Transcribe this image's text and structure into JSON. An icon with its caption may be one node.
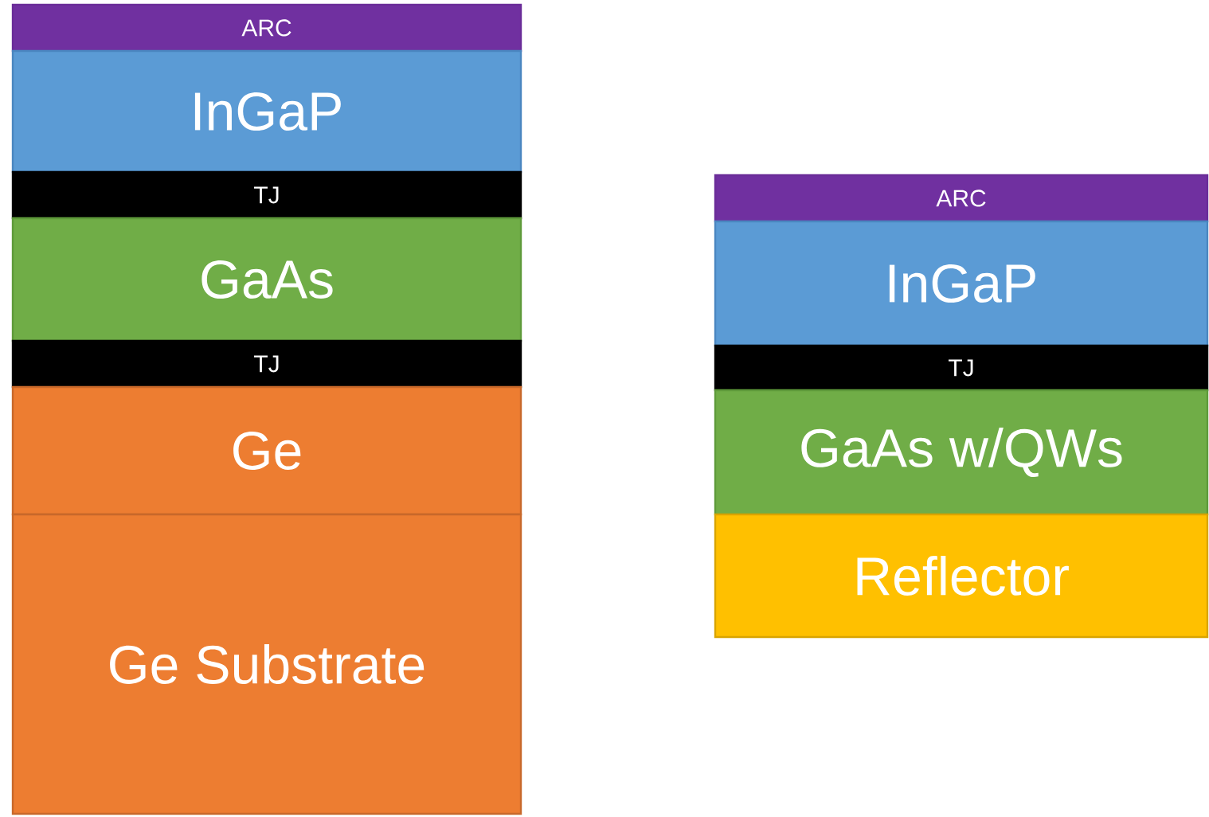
{
  "diagram": {
    "nodes": [
      {
        "text": [
          "ARC"
        ]
      },
      {
        "text": [
          "InGaP"
        ]
      },
      {
        "text": [
          "TJ"
        ]
      },
      {
        "text": [
          "GaAs"
        ]
      },
      {
        "text": [
          "TJ"
        ]
      },
      {
        "text": [
          "Ge"
        ]
      },
      {
        "text": [
          "Ge Substrate"
        ]
      },
      {
        "text": [
          "ARC"
        ]
      },
      {
        "text": [
          "InGaP"
        ]
      },
      {
        "text": [
          "TJ"
        ]
      },
      {
        "text": [
          "GaAs w/QWs"
        ]
      },
      {
        "text": [
          "Reflector"
        ]
      }
    ]
  }
}
